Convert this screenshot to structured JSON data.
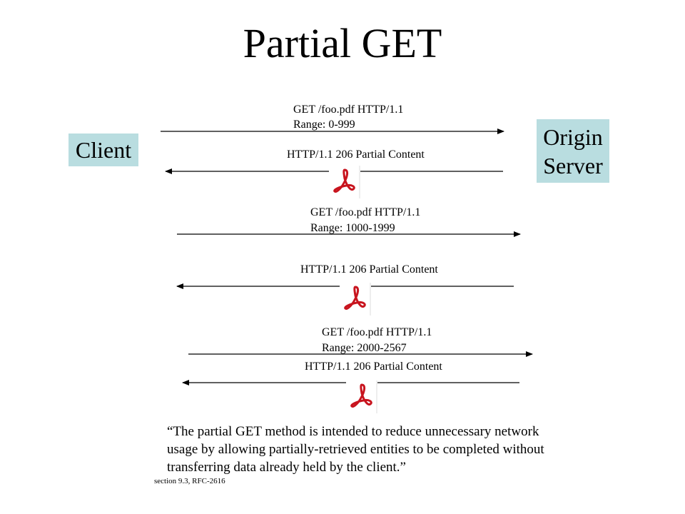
{
  "title": "Partial GET",
  "client_label": "Client",
  "server_label_line1": "Origin",
  "server_label_line2": "Server",
  "exchanges": [
    {
      "request_line": "GET /foo.pdf HTTP/1.1",
      "range_header": "Range: 0-999",
      "response_line": "HTTP/1.1 206 Partial Content"
    },
    {
      "request_line": "GET /foo.pdf HTTP/1.1",
      "range_header": "Range: 1000-1999",
      "response_line": "HTTP/1.1 206 Partial Content"
    },
    {
      "request_line": "GET /foo.pdf HTTP/1.1",
      "range_header": "Range: 2000-2567",
      "response_line": "HTTP/1.1 206 Partial Content"
    }
  ],
  "icons": [
    "pdf-icon",
    "pdf-icon",
    "pdf-icon"
  ],
  "quote": "“The partial GET method is intended to reduce unnecessary network usage by allowing partially-retrieved entities to be completed without transferring data already held by the client.”",
  "source": "section 9.3, RFC-2616",
  "colors": {
    "box_fill": "#b9dde0",
    "pdf_red": "#c8141e"
  }
}
